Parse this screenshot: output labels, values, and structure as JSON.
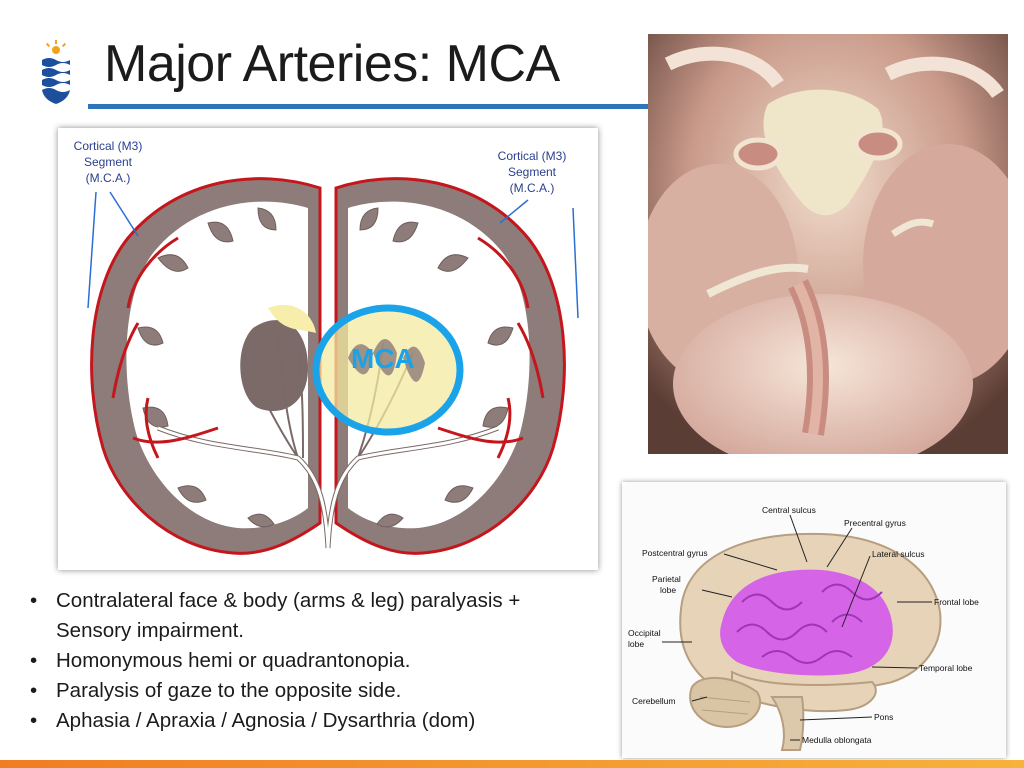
{
  "slide": {
    "title": "Major Arteries: MCA",
    "colors": {
      "title_rule": "#2e74b8",
      "bottom_bar": "#f07d22",
      "artery": "#c4161c",
      "mca_ring": "#1aa3e8",
      "cortex": "#8d7c79"
    }
  },
  "coronal_diagram": {
    "label_left": [
      "Cortical (M3)",
      "Segment",
      "(M.C.A.)"
    ],
    "label_right": [
      "Cortical (M3)",
      "Segment",
      "(M.C.A.)"
    ],
    "highlight_label": "MCA"
  },
  "photo": {
    "caption": ""
  },
  "lateral_diagram": {
    "labels": {
      "central_sulcus": "Central sulcus",
      "precentral_gyrus": "Precentral gyrus",
      "postcentral_gyrus": "Postcentral gyrus",
      "lateral_sulcus": "Lateral sulcus",
      "parietal_lobe_1": "Parietal",
      "parietal_lobe_2": "lobe",
      "frontal_lobe": "Frontal lobe",
      "occipital_lobe_1": "Occipital",
      "occipital_lobe_2": "lobe",
      "temporal_lobe": "Temporal lobe",
      "cerebellum": "Cerebellum",
      "pons": "Pons",
      "medulla": "Medulla oblongata"
    },
    "highlight_color": "#d564e6"
  },
  "bullets": [
    "Contralateral face & body (arms & leg) paralyasis + Sensory impairment.",
    "Homonymous hemi or quadrantonopia.",
    "Paralysis of gaze to the opposite side.",
    "Aphasia / Apraxia / Agnosia / Dysarthria (dom)"
  ]
}
